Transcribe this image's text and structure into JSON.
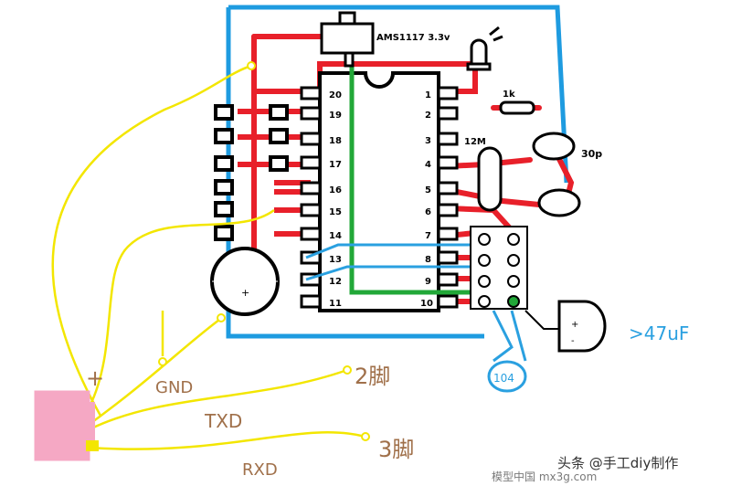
{
  "regulator": {
    "label": "AMS1117 3.3v"
  },
  "chip": {
    "left_pins": [
      "20",
      "19",
      "18",
      "17",
      "16",
      "15",
      "14",
      "13",
      "12",
      "11"
    ],
    "right_pins": [
      "1",
      "2",
      "3",
      "4",
      "5",
      "6",
      "7",
      "8",
      "9",
      "10"
    ]
  },
  "components": {
    "resistor": "1k",
    "crystal": "12M",
    "cap_30p": "30p",
    "cap_104": "104",
    "cap_47uf": ">47uF",
    "cap_plus": "+",
    "cap_minus": "-"
  },
  "cap_electrolytic": {
    "plus": "+"
  },
  "connector": {
    "plus": "+",
    "gnd": "GND",
    "txd": "TXD",
    "rxd": "RXD",
    "pin2": "2脚",
    "pin3": "3脚"
  },
  "watermark": {
    "text": "头条 @手工diy制作",
    "site": "模型中国 mx3g.com"
  },
  "colors": {
    "board": "#1e9be0",
    "power": "#e8202a",
    "ground": "#22a838",
    "signal": "#2aa0e0",
    "usb": "#f3e600",
    "handwriting": "#a0704a",
    "connector": "#f5a8c4"
  }
}
